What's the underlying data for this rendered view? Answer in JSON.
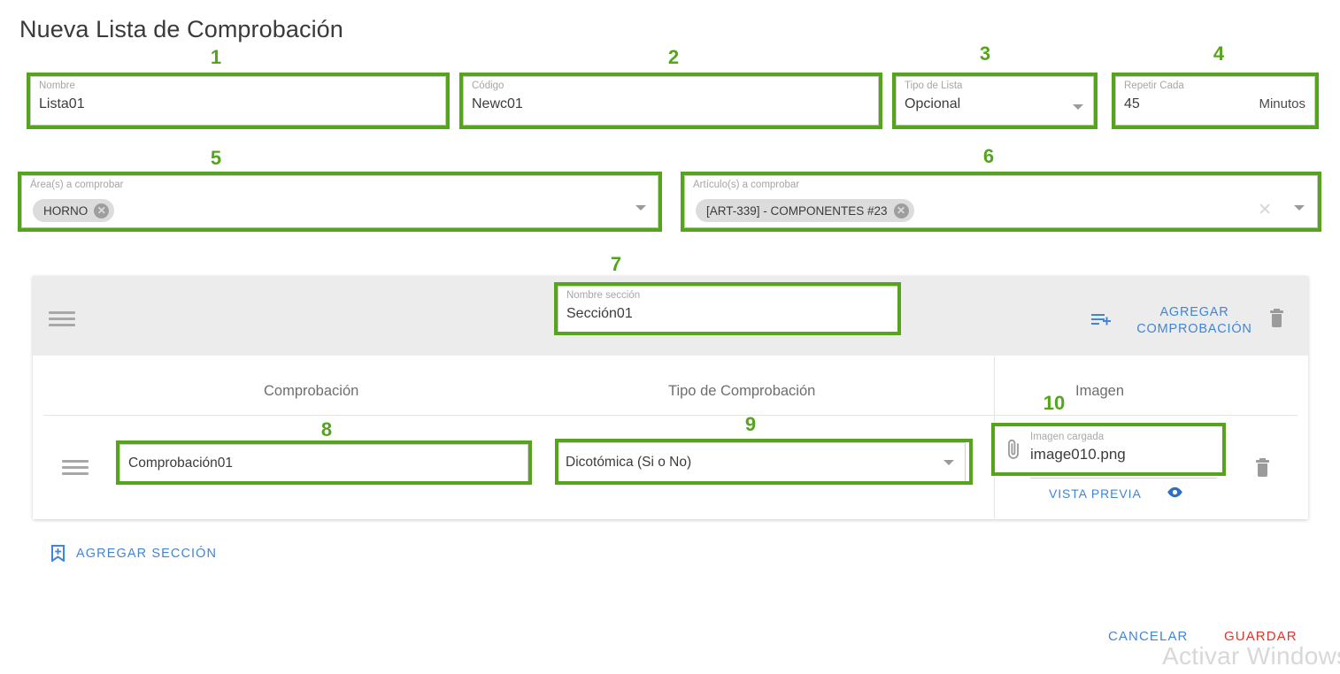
{
  "page": {
    "title": "Nueva Lista de Comprobación",
    "watermark": "Activar Windows",
    "accent_blue": "#4285d6",
    "annotation_green": "#55a51c",
    "save_red": "#e2342a"
  },
  "form": {
    "nombre": {
      "label": "Nombre",
      "value": "Lista01"
    },
    "codigo": {
      "label": "Código",
      "value": "Newc01"
    },
    "tipo_lista": {
      "label": "Tipo de Lista",
      "value": "Opcional"
    },
    "repetir_cada": {
      "label": "Repetir Cada",
      "value": "45",
      "suffix": "Minutos"
    },
    "areas": {
      "label": "Área(s) a comprobar",
      "chips": [
        "HORNO"
      ]
    },
    "articulos": {
      "label": "Artículo(s) a comprobar",
      "chips": [
        "[ART-339] - COMPONENTES #23"
      ]
    }
  },
  "section": {
    "name_field": {
      "label": "Nombre sección",
      "value": "Sección01"
    },
    "add_check_label": "AGREGAR\nCOMPROBACIÓN",
    "columns": [
      "Comprobación",
      "Tipo de Comprobación",
      "Imagen"
    ],
    "rows": [
      {
        "comprobacion": "Comprobación01",
        "tipo": "Dicotómica (Si o No)",
        "imagen_label": "Imagen cargada",
        "imagen_value": "image010.png",
        "preview_label": "VISTA PREVIA"
      }
    ]
  },
  "actions": {
    "add_section": "AGREGAR SECCIÓN",
    "cancel": "CANCELAR",
    "save": "GUARDAR"
  },
  "annotations": [
    {
      "n": "1"
    },
    {
      "n": "2"
    },
    {
      "n": "3"
    },
    {
      "n": "4"
    },
    {
      "n": "5"
    },
    {
      "n": "6"
    },
    {
      "n": "7"
    },
    {
      "n": "8"
    },
    {
      "n": "9"
    },
    {
      "n": "10"
    }
  ]
}
